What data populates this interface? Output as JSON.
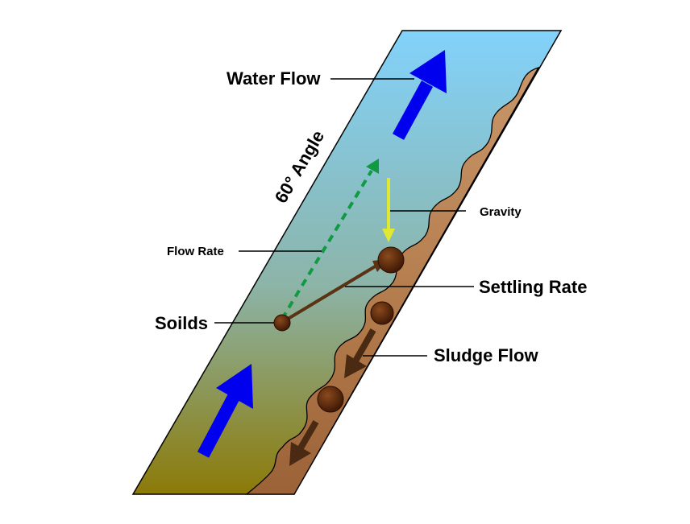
{
  "diagram": {
    "angle_label": "60° Angle",
    "labels": {
      "water_flow": "Water Flow",
      "gravity": "Gravity",
      "flow_rate": "Flow Rate",
      "settling_rate": "Settling Rate",
      "solids": "Soilds",
      "sludge_flow": "Sludge Flow"
    },
    "colors": {
      "water_top": "#82d2fb",
      "water_mid": "#8cb4a8",
      "water_bottom": "#8c7a08",
      "sludge_light": "#c8966a",
      "sludge_dark": "#9b6238",
      "flow_arrow": "#0000ee",
      "flow_rate_arrow": "#119944",
      "gravity_arrow": "#e0e830",
      "settling_arrow": "#5a3214",
      "sludge_arrow": "#4a2a12",
      "particle": "#4a1e06"
    }
  }
}
